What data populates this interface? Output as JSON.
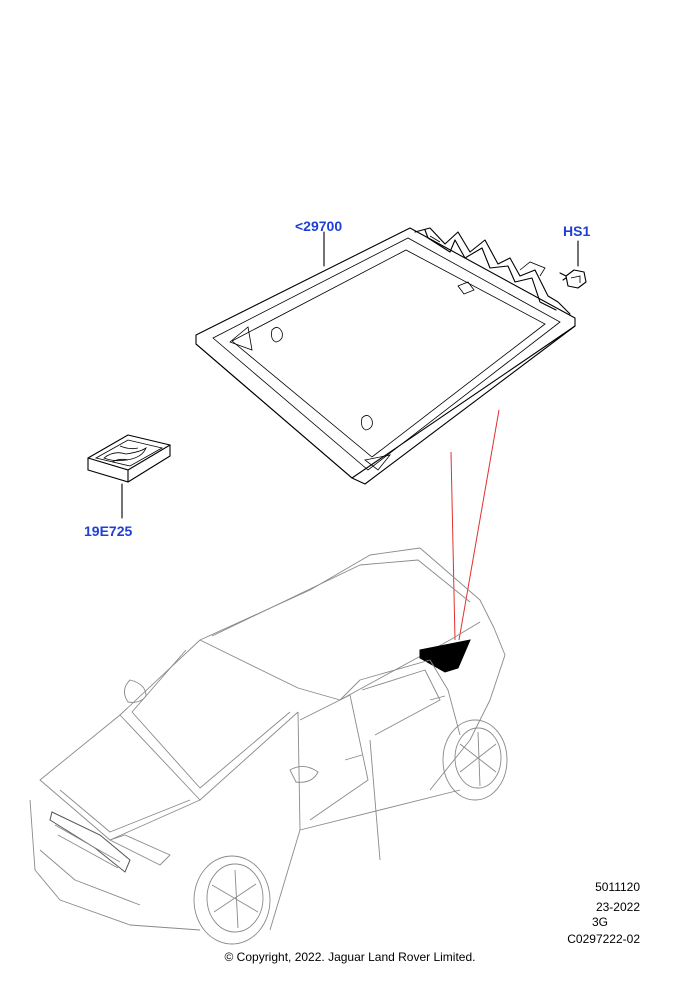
{
  "callouts": {
    "glass": "<29700",
    "fastener": "HS1",
    "kit": "19E725"
  },
  "info": {
    "line1": "5011120",
    "line2": "23-2022",
    "line3": "3G",
    "line4": "C0297222-02"
  },
  "copyright": "© Copyright, 2022. Jaguar Land Rover Limited."
}
